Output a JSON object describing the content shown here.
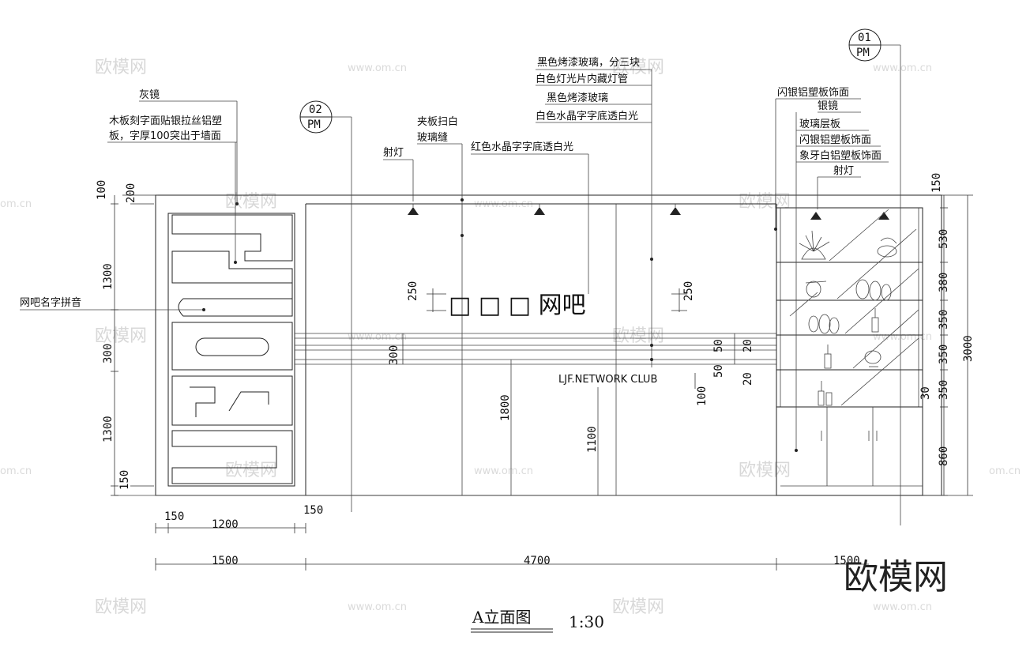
{
  "labels": {
    "mirror": "灰镜",
    "wood_1": "木板刻字面贴银拉丝铝塑",
    "wood_2": "板，字厚100突出于墙面",
    "pinyin": "网吧名字拼音",
    "spotlight_left": "射灯",
    "clamp_1": "夹板扫白",
    "clamp_2": "玻璃缝",
    "red_crystal": "红色水晶字字底透白光",
    "black_glass_1": "黑色烤漆玻璃，分三块",
    "white_light": "白色灯光片内藏灯管",
    "black_glass_2": "黑色烤漆玻璃",
    "white_crystal": "白色水晶字字底透白光",
    "silver_panel_1": "闪银铝塑板饰面",
    "silver_mirror": "银镜",
    "glass_shelf": "玻璃层板",
    "silver_panel_2": "闪银铝塑板饰面",
    "ivory_panel": "象牙白铝塑板饰面",
    "spotlight_right": "射灯",
    "sign_text": "□ □ □ 网吧",
    "network_club": "LJF.NETWORK CLUB",
    "tag_01_num": "01",
    "tag_01_code": "PM",
    "tag_02_num": "02",
    "tag_02_code": "PM",
    "title": "A立面图",
    "scale": "1:30",
    "brand": "欧模网",
    "watermark": "欧模网",
    "watermark_url": "www.om.cn",
    "watermark_url_cut": "om.cn"
  },
  "dims": {
    "top_100": "100",
    "top_200": "200",
    "left_1300a": "1300",
    "left_300": "300",
    "left_1300b": "1300",
    "left_150": "150",
    "sign_250_left": "250",
    "sign_250_right": "250",
    "mid_300": "300",
    "h_1800": "1800",
    "h_1100": "1100",
    "h_100": "100",
    "h_50a": "50",
    "h_50b": "50",
    "h_20a": "20",
    "h_20b": "20",
    "right_150": "150",
    "right_530": "530",
    "right_380": "380",
    "right_350a": "350",
    "right_350b": "350",
    "right_350c": "350",
    "right_30": "30",
    "right_860": "860",
    "total_3000": "3000",
    "bot_150a": "150",
    "bot_1200": "1200",
    "bot_150b": "150",
    "bot_1500": "1500",
    "bot_4700": "4700",
    "bot_1500r": "1500"
  }
}
